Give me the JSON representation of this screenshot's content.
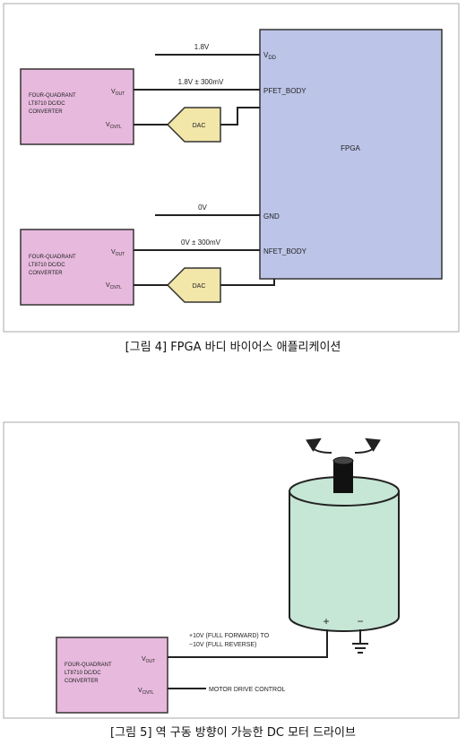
{
  "figure4": {
    "converter_label": [
      "FOUR-QUADRANT",
      "LT8710 DC/DC",
      "CONVERTER"
    ],
    "vout": "V",
    "vout_sub": "OUT",
    "vcntl": "V",
    "vcntl_sub": "CNTL",
    "dac": "DAC",
    "fpga": "FPGA",
    "vdd": "V",
    "vdd_sub": "DD",
    "pfet": "PFET_BODY",
    "gnd": "GND",
    "nfet": "NFET_BODY",
    "line_18v": "1.8V",
    "line_18v_pm": "1.8V ± 300mV",
    "line_0v": "0V",
    "line_0v_pm": "0V ± 300mV",
    "caption": "[그림 4] FPGA 바디 바이어스 애플리케이션"
  },
  "figure5": {
    "converter_label": [
      "FOUR-QUADRANT",
      "LT8710 DC/DC",
      "CONVERTER"
    ],
    "vout": "V",
    "vout_sub": "OUT",
    "vcntl": "V",
    "vcntl_sub": "CNTL",
    "forward": "+10V (FULL FORWARD) TO",
    "reverse": "−10V (FULL REVERSE)",
    "motor_control": "MOTOR DRIVE CONTROL",
    "plus": "+",
    "minus": "−",
    "caption": "[그림 5] 역 구동 방향이 가능한 DC 모터 드라이브"
  },
  "colors": {
    "converter": "#e7b9dd",
    "fpga": "#bcc4e8",
    "dac": "#f2e6a8",
    "motor": "#c6e6d6",
    "frame": "#aaaaaa"
  }
}
